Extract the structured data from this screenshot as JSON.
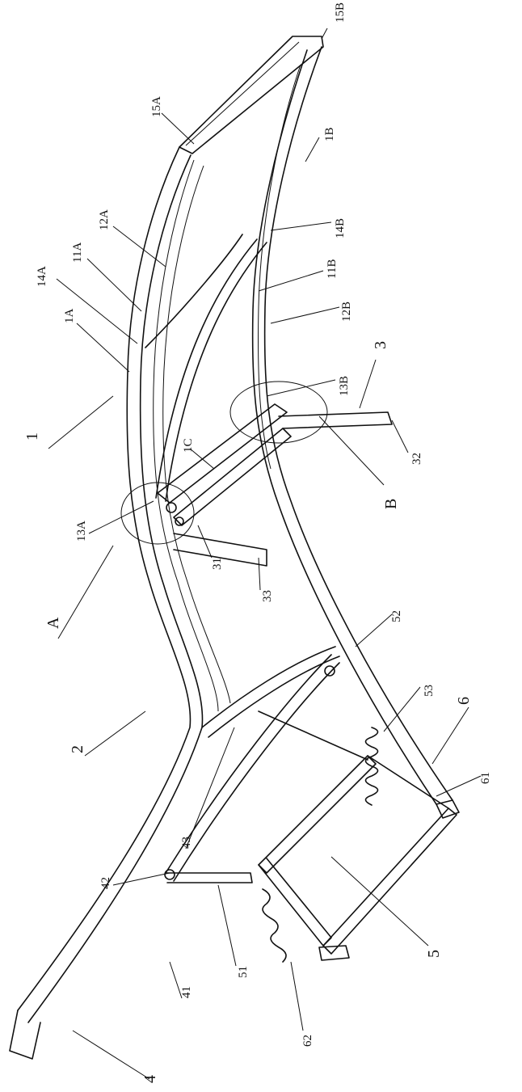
{
  "figure": {
    "labels": {
      "l15B": "15B",
      "l15A": "15A",
      "l1B": "1B",
      "l12A": "12A",
      "l14B": "14B",
      "l14A": "14A",
      "l11A": "11A",
      "l11B": "11B",
      "l12B": "12B",
      "l1A": "1A",
      "l3": "3",
      "l13B": "13B",
      "l1": "1",
      "l1C": "1C",
      "l32": "32",
      "lB": "B",
      "l13A": "13A",
      "l31": "31",
      "l33": "33",
      "lA": "A",
      "l52": "52",
      "l2": "2",
      "l53": "53",
      "l6": "6",
      "l61": "61",
      "l43": "43",
      "l42": "42",
      "l5": "5",
      "l51": "51",
      "l41": "41",
      "l62": "62",
      "l4": "4"
    }
  }
}
